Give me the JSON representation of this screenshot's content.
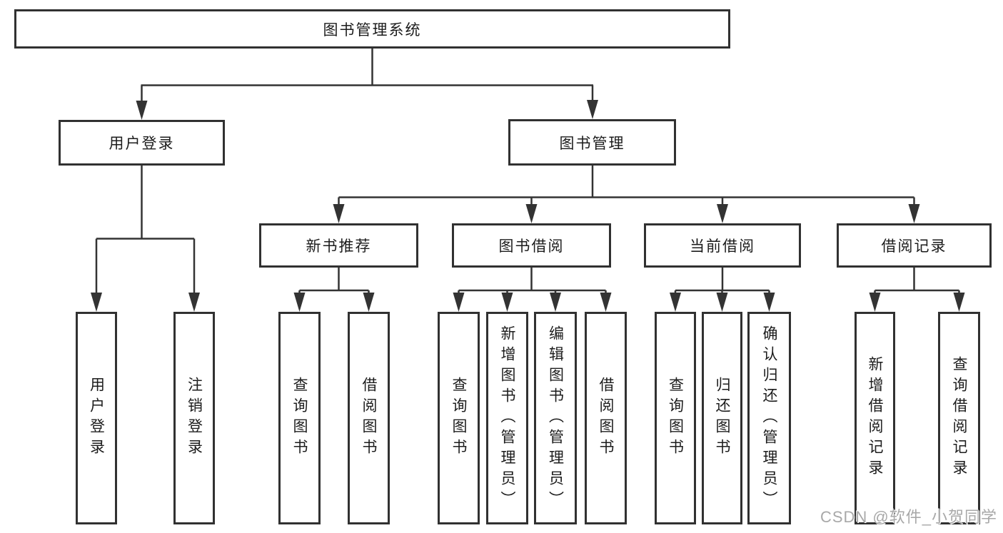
{
  "tree": {
    "label": "图书管理系统",
    "children": [
      {
        "label": "用户登录",
        "children": [
          {
            "label": "用户登录"
          },
          {
            "label": "注销登录"
          }
        ]
      },
      {
        "label": "图书管理",
        "children": [
          {
            "label": "新书推荐",
            "children": [
              {
                "label": "查询图书"
              },
              {
                "label": "借阅图书"
              }
            ]
          },
          {
            "label": "图书借阅",
            "children": [
              {
                "label": "查询图书"
              },
              {
                "label": "新增图书（管理员）"
              },
              {
                "label": "编辑图书（管理员）"
              },
              {
                "label": "借阅图书"
              }
            ]
          },
          {
            "label": "当前借阅",
            "children": [
              {
                "label": "查询图书"
              },
              {
                "label": "归还图书"
              },
              {
                "label": "确认归还（管理员）"
              }
            ]
          },
          {
            "label": "借阅记录",
            "children": [
              {
                "label": "新增借阅记录"
              },
              {
                "label": "查询借阅记录"
              }
            ]
          }
        ]
      }
    ]
  },
  "watermark": {
    "text": "CSDN @软件_小贺同学"
  },
  "colors": {
    "line": "#333333",
    "box_border": "#313131",
    "text": "#1c1c1c",
    "watermark": "#a8a8a8",
    "background": "#ffffff"
  }
}
